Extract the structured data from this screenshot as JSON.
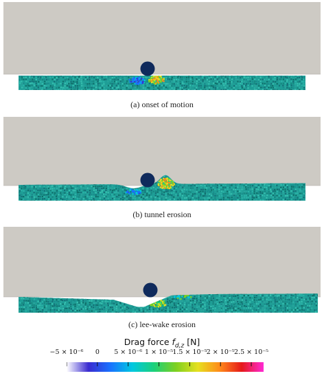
{
  "panels": [
    {
      "caption": "(a) onset of motion",
      "stage": "onset"
    },
    {
      "caption": "(b) tunnel erosion",
      "stage": "tunnel"
    },
    {
      "caption": "(c) lee-wake erosion",
      "stage": "leewake"
    }
  ],
  "legend": {
    "title_main": "Drag force ",
    "title_symbol": "f",
    "title_subscript": "d,z",
    "title_unit": " [N]",
    "ticks": [
      {
        "label": "−5 × 10⁻⁶",
        "value": -5e-06
      },
      {
        "label": "0",
        "value": 0
      },
      {
        "label": "5 × 10⁻⁶",
        "value": 5e-06
      },
      {
        "label": "1 × 10⁻⁵",
        "value": 1e-05
      },
      {
        "label": "1.5 × 10⁻⁵",
        "value": 1.5e-05
      },
      {
        "label": "2 × 10⁻⁵",
        "value": 2e-05
      },
      {
        "label": "2.5 × 10⁻⁵",
        "value": 2.5e-05
      }
    ],
    "range": [
      -5e-06,
      2.7e-05
    ],
    "colormap": [
      "#ffffff",
      "#3a2bd0",
      "#1a72ff",
      "#00c8e0",
      "#1cd07a",
      "#7ed020",
      "#e6e020",
      "#ff8a1a",
      "#e51919",
      "#ff2ad4"
    ]
  },
  "colors": {
    "water": "#cdcac4",
    "sediment_base": "#1f9e96",
    "cylinder": "#0f2a5c",
    "frame": "#555555"
  }
}
